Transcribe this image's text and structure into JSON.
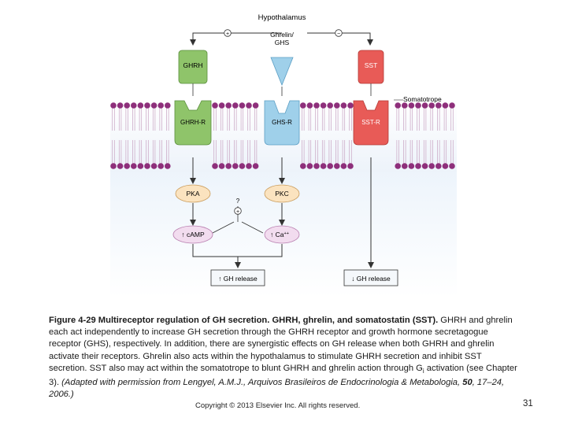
{
  "diagram": {
    "hypothalamus": "Hypothalamus",
    "ghrelin_ghs_line1": "Ghrelin/",
    "ghrelin_ghs_line2": "GHS",
    "somatotrope": "Somatotrope",
    "ghrh": "GHRH",
    "sst": "SST",
    "ghrh_r": "GHRH-R",
    "ghs_r": "GHS-R",
    "sst_r": "SST-R",
    "pka": "PKA",
    "pkc": "PKC",
    "question": "?",
    "camp": "↑ cAMP",
    "ca_up": "↑ Ca",
    "ca_sup": "++",
    "gh_release_up": "↑ GH release",
    "gh_release_down": "↓ GH release",
    "plus": "+",
    "minus": "−",
    "colors": {
      "ghrh_green": "#8fc46a",
      "ghs_blue": "#9fd0ea",
      "sst_red": "#e85b57",
      "pka_fill": "#fbe3bf",
      "pkc_fill": "#fbe3bf",
      "camp_fill": "#f2dcef",
      "ca_fill": "#f2dcef",
      "membrane_purple": "#8e2f7b",
      "cell_blue": "#dce9f7"
    }
  },
  "caption": {
    "figure_label": "Figure 4-29 Multireceptor regulation of GH secretion. GHRH, ghrelin, and somatostatin (SST).",
    "body": " GHRH and ghrelin each act independently to increase GH secretion through the GHRH receptor and growth hormone secretagogue receptor (GHS), respectively. In addition, there are synergistic effects on GH release when both GHRH and ghrelin activate their receptors. Ghrelin also acts within the hypothalamus to stimulate GHRH secretion and inhibit SST secretion. SST also may act within the somatotrope to blunt GHRH and ghrelin action through G",
    "subscript": "i",
    "body2": " activation (see Chapter 3). ",
    "citation_a": "(Adapted with permission from Lengyel, A.M.J., Arquivos Brasileiros de Endocrinologia & Metabologia, ",
    "volume": "50",
    "citation_b": ", 17–24, 2006.)"
  },
  "footer": {
    "copyright": "Copyright © 2013 Elsevier Inc. All rights reserved.",
    "page_number": "31"
  }
}
